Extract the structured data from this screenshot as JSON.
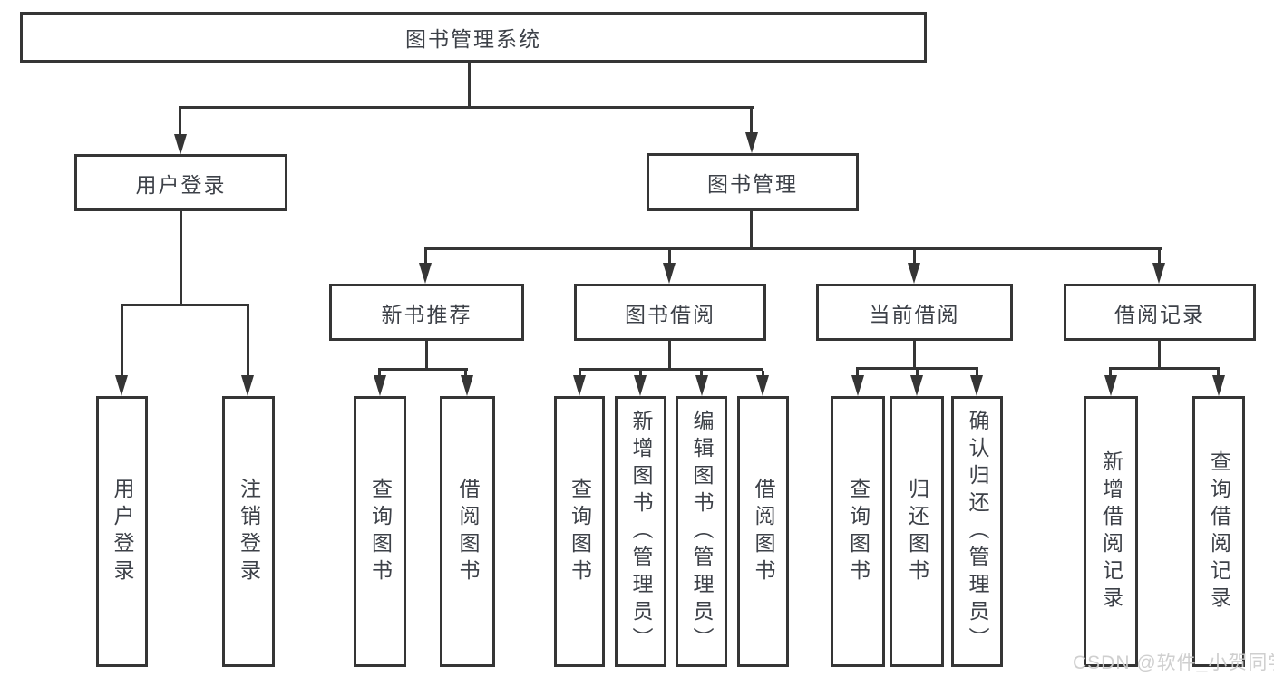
{
  "diagram": {
    "watermark": "CSDN @软件_小贺同学",
    "colors": {
      "line": "#353535",
      "text": "#3d4148",
      "background": "#ffffff",
      "watermark": "#cccccc"
    },
    "root": {
      "label": "图书管理系统"
    },
    "user_login": {
      "label": "用户登录",
      "leaves": [
        {
          "label": "用户登录"
        },
        {
          "label": "注销登录"
        }
      ]
    },
    "book_management": {
      "label": "图书管理",
      "sections": [
        {
          "label": "新书推荐",
          "leaves": [
            {
              "label": "查询图书"
            },
            {
              "label": "借阅图书"
            }
          ]
        },
        {
          "label": "图书借阅",
          "leaves": [
            {
              "label": "查询图书"
            },
            {
              "label": "新增图书（管理员）"
            },
            {
              "label": "编辑图书（管理员）"
            },
            {
              "label": "借阅图书"
            }
          ]
        },
        {
          "label": "当前借阅",
          "leaves": [
            {
              "label": "查询图书"
            },
            {
              "label": "归还图书"
            },
            {
              "label": "确认归还（管理员）"
            }
          ]
        },
        {
          "label": "借阅记录",
          "leaves": [
            {
              "label": "新增借阅记录"
            },
            {
              "label": "查询借阅记录"
            }
          ]
        }
      ]
    }
  }
}
